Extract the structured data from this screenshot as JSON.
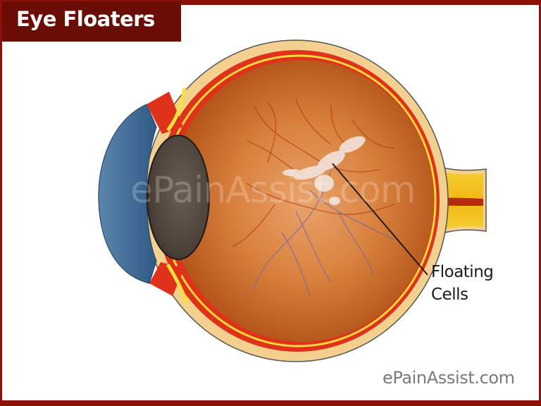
{
  "title": "Eye Floaters",
  "annotation": {
    "line1": "Floating",
    "line2": "Cells"
  },
  "watermark": "ePainAssist.com",
  "brand": "ePainAssist.com",
  "colors": {
    "frame": "#8b1108",
    "title_bg": "#6b0d07",
    "title_text": "#ffffff",
    "sclera": "#f3d08e",
    "choroid": "#e0321a",
    "retina": "#f6d93a",
    "vitreous": "#c8621e",
    "cornea": "#3f6f9a",
    "lens": "#4a4038",
    "optic_nerve": "#f5c518",
    "label_text": "#1a1a1a",
    "brand_text": "#7a7a7a"
  },
  "diagram": {
    "parts": [
      "cornea",
      "lens",
      "sclera",
      "choroid",
      "retina",
      "vitreous",
      "optic-nerve",
      "blood-vessels",
      "floating-cells"
    ]
  }
}
